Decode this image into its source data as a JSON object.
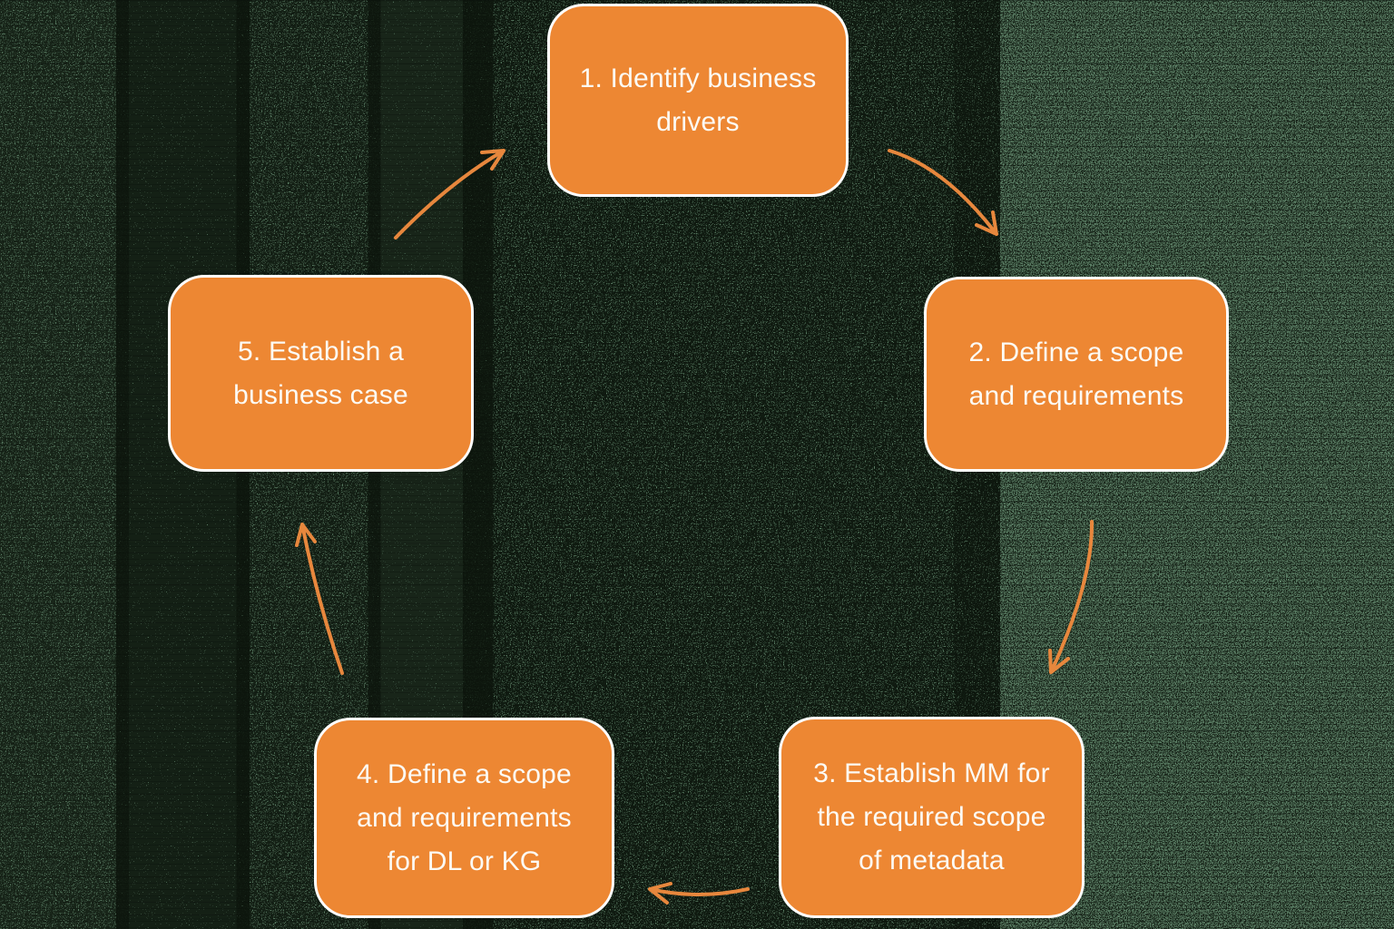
{
  "colors": {
    "background_green": "#5A7D64",
    "noise_black": "#0D120D",
    "node_fill": "#ED8733",
    "node_border": "#FFFFFF",
    "node_text": "#FCFAF4",
    "arrow_orange": "#E7873D"
  },
  "diagram": {
    "type": "cycle",
    "nodes": [
      {
        "step": "1",
        "label": "1. Identify business\ndrivers",
        "position": "top-center"
      },
      {
        "step": "2",
        "label": "2. Define a scope\nand requirements",
        "position": "right"
      },
      {
        "step": "3",
        "label": "3. Establish MM for\nthe required scope\nof metadata",
        "position": "bottom-right"
      },
      {
        "step": "4",
        "label": "4. Define a scope\nand requirements\nfor DL or KG",
        "position": "bottom-left"
      },
      {
        "step": "5",
        "label": "5. Establish a\nbusiness case",
        "position": "left"
      }
    ],
    "edges": [
      {
        "from": "1",
        "to": "2"
      },
      {
        "from": "2",
        "to": "3"
      },
      {
        "from": "3",
        "to": "4"
      },
      {
        "from": "4",
        "to": "5"
      },
      {
        "from": "5",
        "to": "1"
      }
    ]
  }
}
